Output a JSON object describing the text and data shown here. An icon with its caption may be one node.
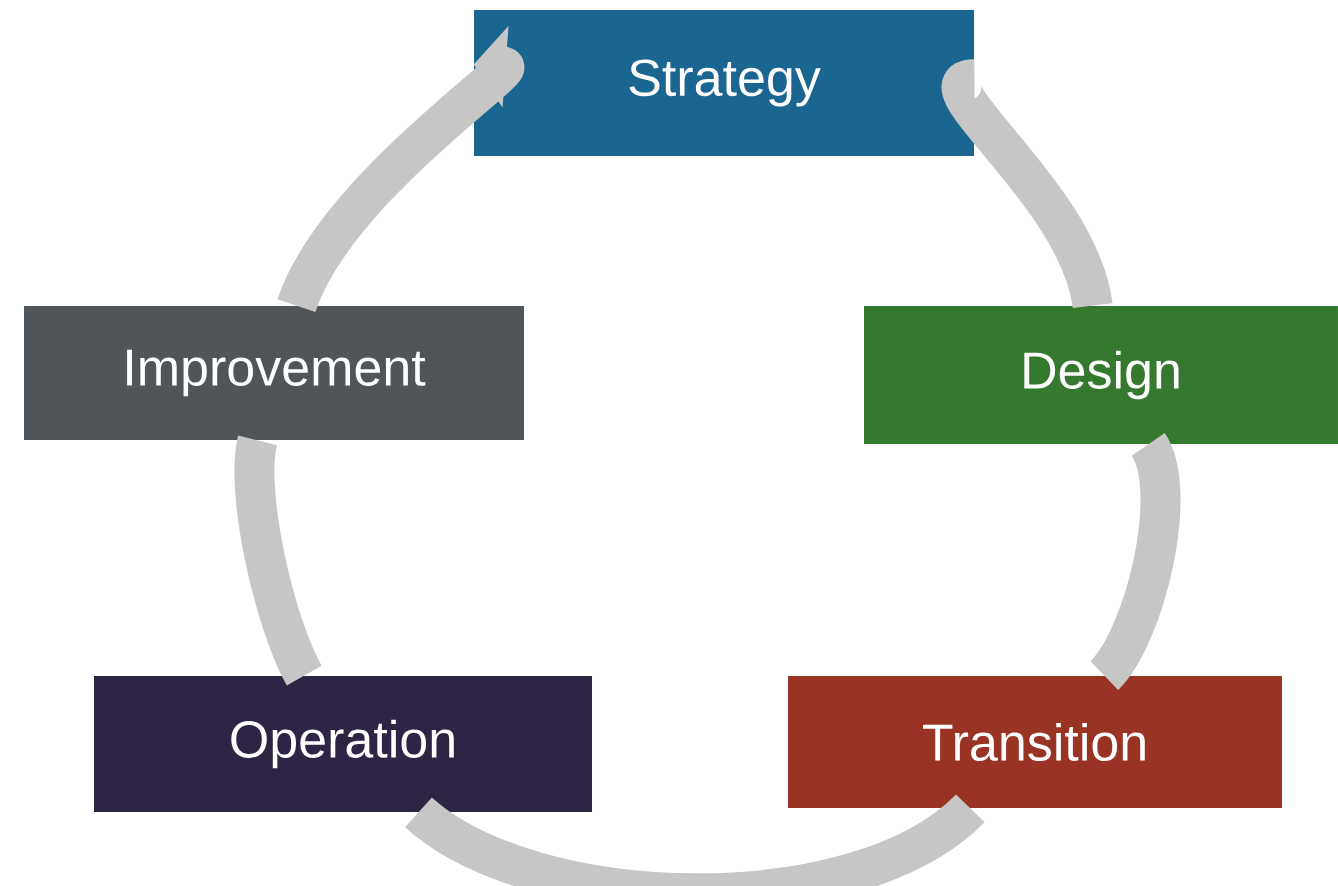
{
  "diagram": {
    "nodes": [
      {
        "text": [
          "Strategy"
        ]
      },
      {
        "text": [
          "Design"
        ]
      },
      {
        "text": [
          "Transition"
        ]
      },
      {
        "text": [
          "Operation"
        ]
      },
      {
        "text": [
          "Improvement"
        ]
      }
    ],
    "edges": [
      {
        "from": 0,
        "to": 1,
        "arrow": "none"
      },
      {
        "from": 1,
        "to": 2,
        "arrow": "none"
      },
      {
        "from": 2,
        "to": 3,
        "arrow": "none"
      },
      {
        "from": 3,
        "to": 4,
        "arrow": "none"
      },
      {
        "from": 4,
        "to": 0,
        "arrow": "to"
      }
    ]
  }
}
